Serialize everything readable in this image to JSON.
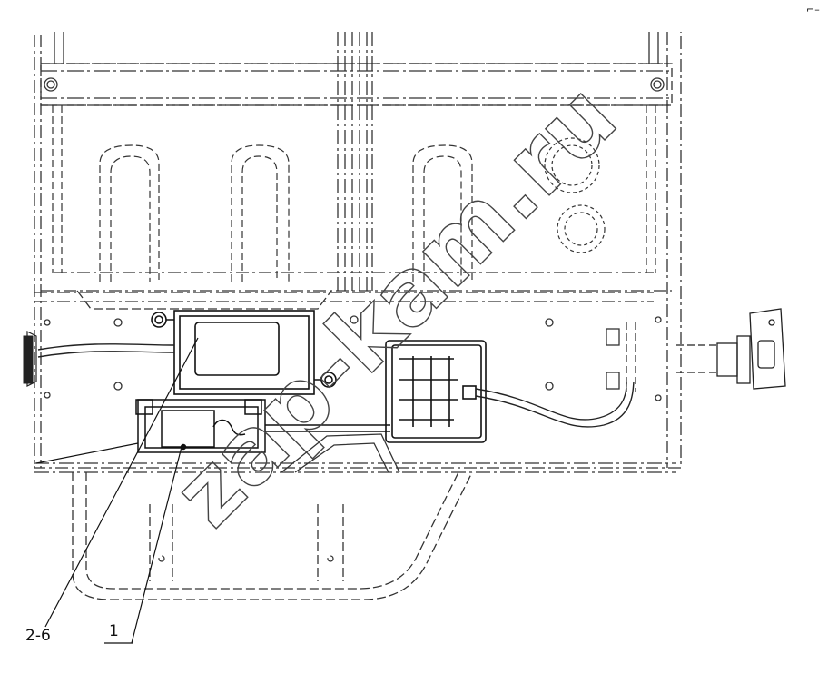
{
  "callouts": {
    "label_a": "2-6",
    "label_b": "1"
  },
  "watermark": "zap-kam.ru",
  "corner_mark": "⌐–",
  "colors": {
    "line": "#1a1a1a",
    "dashed": "#333333",
    "background": "#ffffff"
  }
}
